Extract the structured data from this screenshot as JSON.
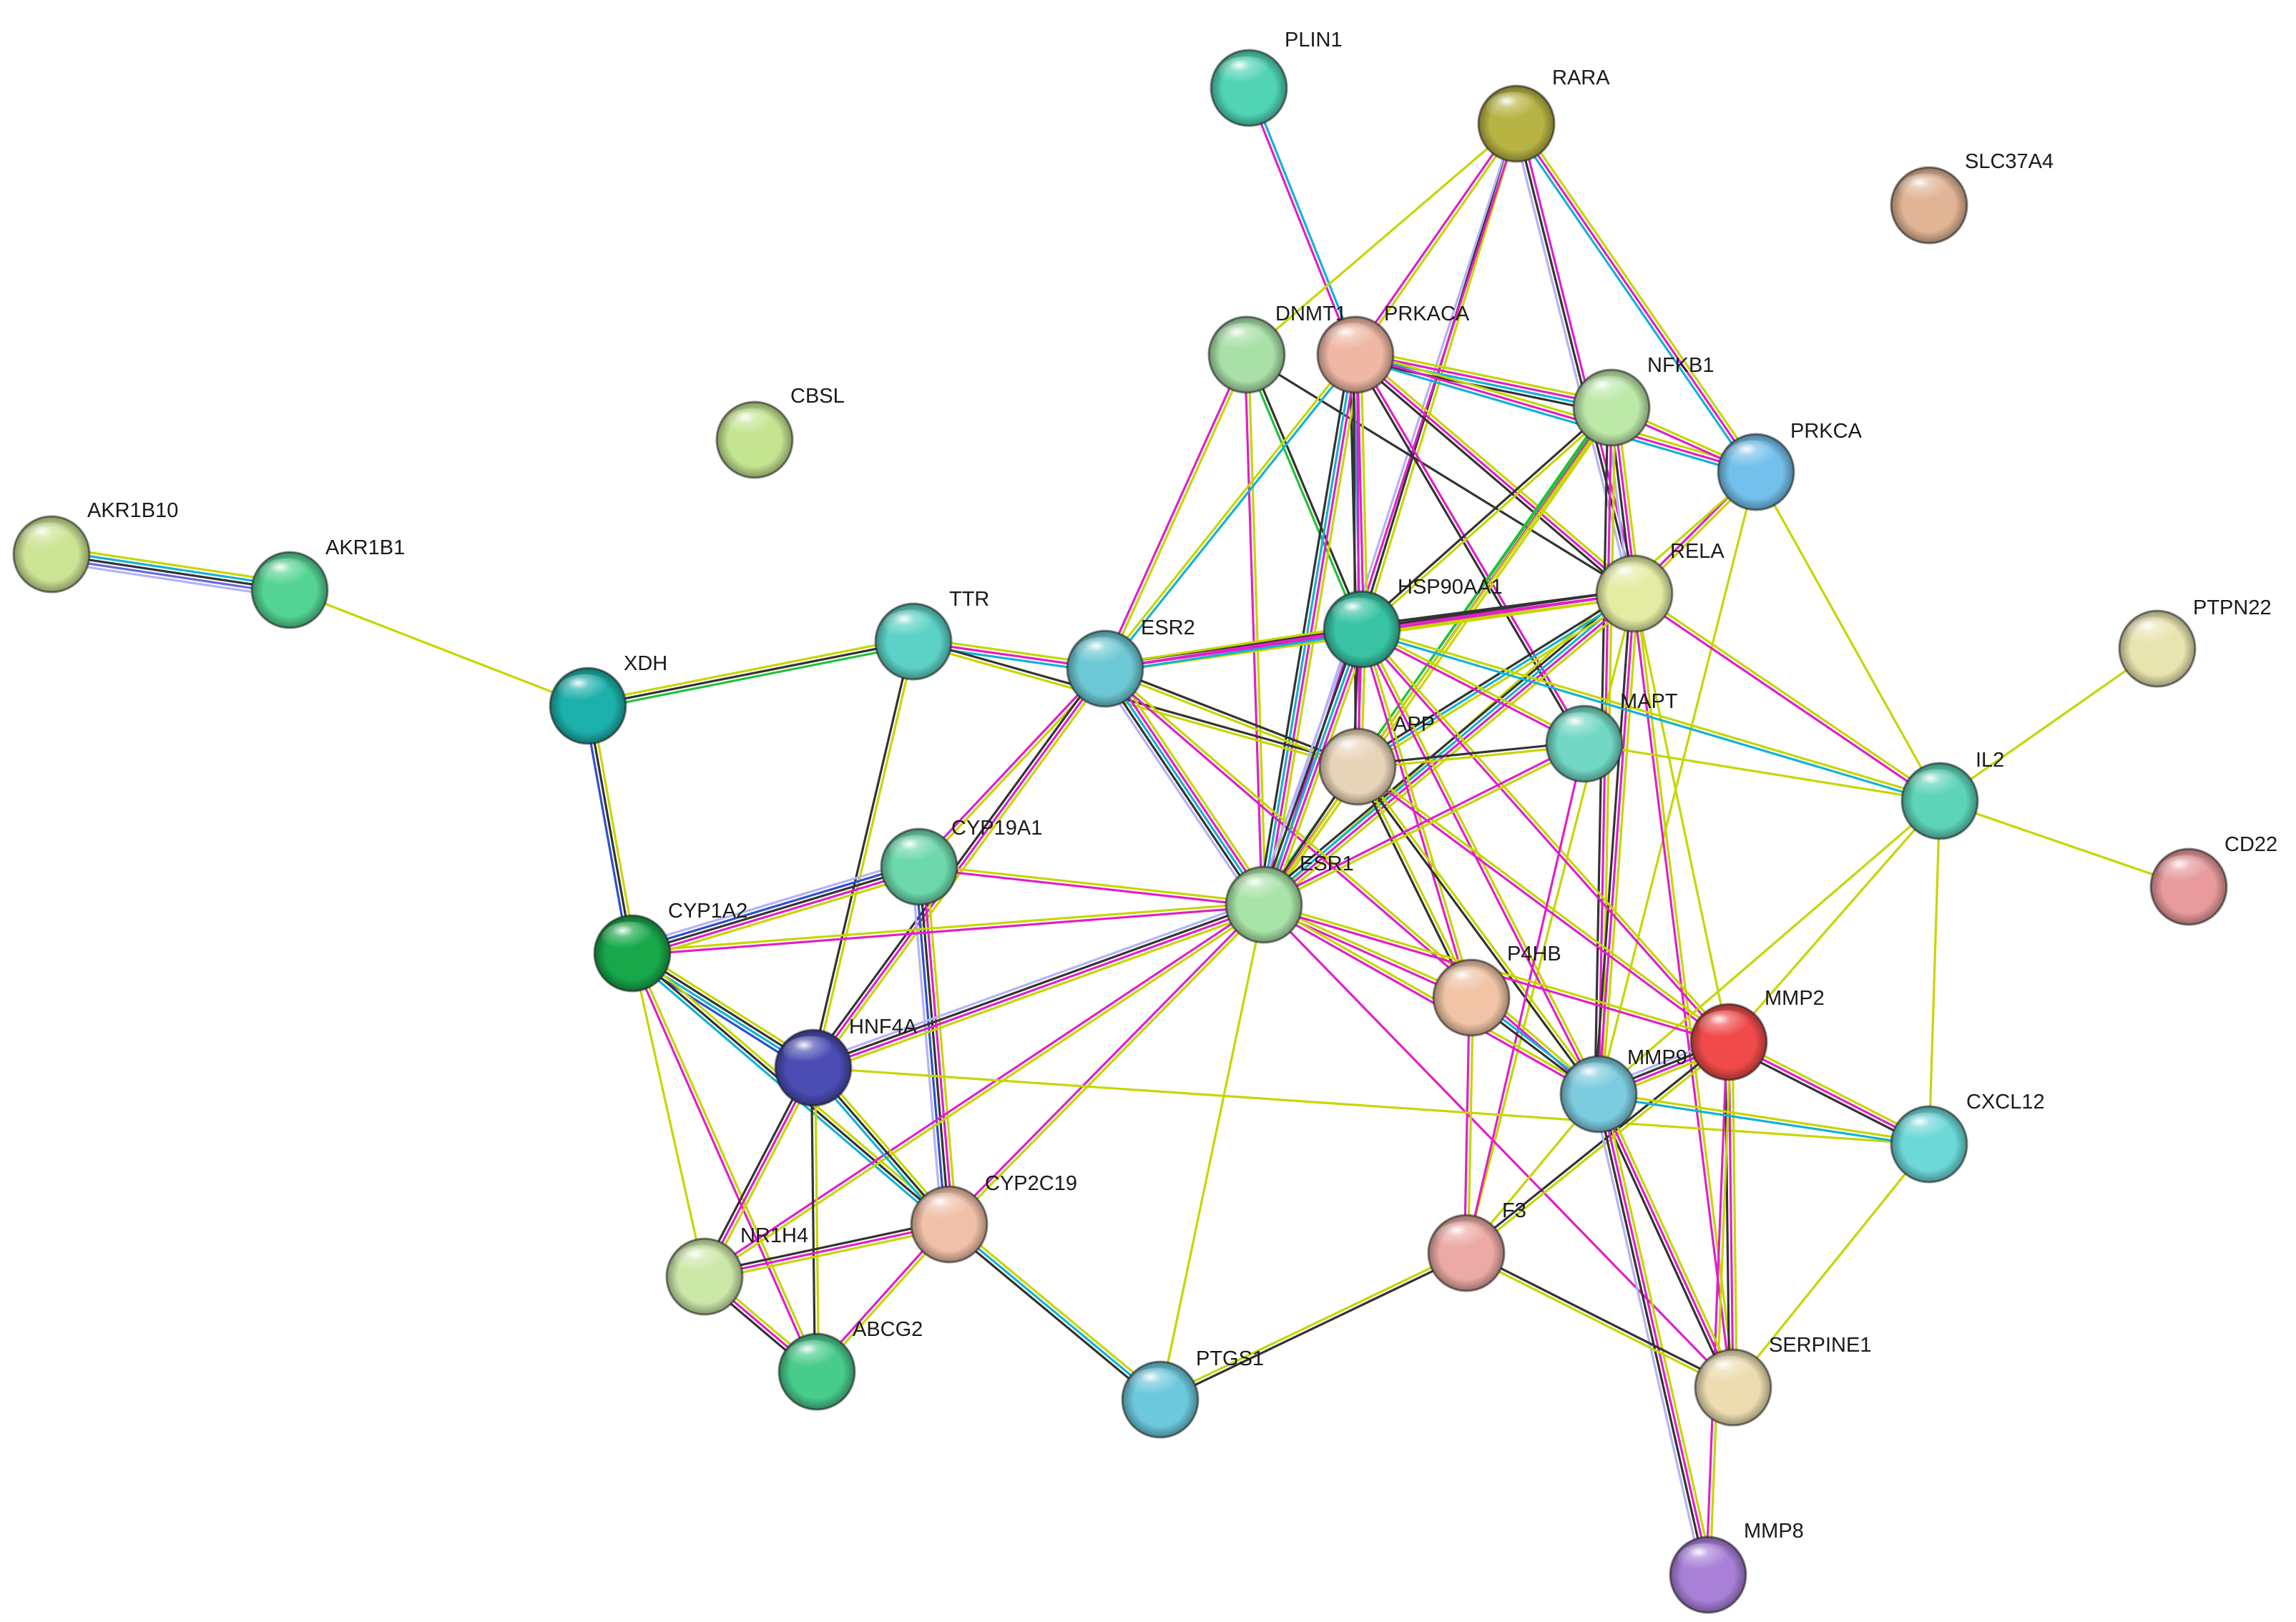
{
  "edge_colors": {
    "yellow": "#c6d600",
    "magenta": "#e020c8",
    "cyan": "#14b2d4",
    "black": "#333333",
    "purple": "#6a6ae0",
    "lavender": "#b3b3f5",
    "green": "#22c238",
    "blue": "#2f4fd0"
  },
  "nodes": [
    {
      "id": "PLIN1",
      "label": "PLIN1",
      "color": "#50d4b4"
    },
    {
      "id": "RARA",
      "label": "RARA",
      "color": "#b8b444"
    },
    {
      "id": "SLC37A4",
      "label": "SLC37A4",
      "color": "#e0b494"
    },
    {
      "id": "DNMT1",
      "label": "DNMT1",
      "color": "#a8e0a8"
    },
    {
      "id": "PRKACA",
      "label": "PRKACA",
      "color": "#f0b8a4"
    },
    {
      "id": "NFKB1",
      "label": "NFKB1",
      "color": "#bce8a8"
    },
    {
      "id": "PRKCA",
      "label": "PRKCA",
      "color": "#74c0ec"
    },
    {
      "id": "CBSL",
      "label": "CBSL",
      "color": "#c4e490"
    },
    {
      "id": "AKR1B10",
      "label": "AKR1B10",
      "color": "#cce494"
    },
    {
      "id": "AKR1B1",
      "label": "AKR1B1",
      "color": "#54d494"
    },
    {
      "id": "RELA",
      "label": "RELA",
      "color": "#e4eca4"
    },
    {
      "id": "TTR",
      "label": "TTR",
      "color": "#5cd2c6"
    },
    {
      "id": "ESR2",
      "label": "ESR2",
      "color": "#6cc8d4"
    },
    {
      "id": "HSP90AA1",
      "label": "HSP90AA1",
      "color": "#38c4a4"
    },
    {
      "id": "PTPN22",
      "label": "PTPN22",
      "color": "#e8e4b0"
    },
    {
      "id": "XDH",
      "label": "XDH",
      "color": "#1cb0aa"
    },
    {
      "id": "MAPT",
      "label": "MAPT",
      "color": "#70d8c4"
    },
    {
      "id": "APP",
      "label": "APP",
      "color": "#e8d4b8"
    },
    {
      "id": "IL2",
      "label": "IL2",
      "color": "#5cd4b8"
    },
    {
      "id": "CYP19A1",
      "label": "CYP19A1",
      "color": "#6cd8ac"
    },
    {
      "id": "CD22",
      "label": "CD22",
      "color": "#e89a9c"
    },
    {
      "id": "ESR1",
      "label": "ESR1",
      "color": "#a8e4a8"
    },
    {
      "id": "CYP1A2",
      "label": "CYP1A2",
      "color": "#18a84a"
    },
    {
      "id": "P4HB",
      "label": "P4HB",
      "color": "#f0c4a4"
    },
    {
      "id": "HNF4A",
      "label": "HNF4A",
      "color": "#4a4cb4"
    },
    {
      "id": "MMP2",
      "label": "MMP2",
      "color": "#f04a4a"
    },
    {
      "id": "MMP9",
      "label": "MMP9",
      "color": "#7ccce0"
    },
    {
      "id": "CXCL12",
      "label": "CXCL12",
      "color": "#6cd8d8"
    },
    {
      "id": "CYP2C19",
      "label": "CYP2C19",
      "color": "#f0c0a8"
    },
    {
      "id": "NR1H4",
      "label": "NR1H4",
      "color": "#cce8a8"
    },
    {
      "id": "F3",
      "label": "F3",
      "color": "#ecaaa4"
    },
    {
      "id": "ABCG2",
      "label": "ABCG2",
      "color": "#48cc8c"
    },
    {
      "id": "SERPINE1",
      "label": "SERPINE1",
      "color": "#ecdcb0"
    },
    {
      "id": "PTGS1",
      "label": "PTGS1",
      "color": "#6cc8dc"
    },
    {
      "id": "MMP8",
      "label": "MMP8",
      "color": "#a880d8"
    }
  ],
  "edges": [
    {
      "a": "AKR1B10",
      "b": "AKR1B1",
      "types": [
        "yellow",
        "cyan",
        "black",
        "purple",
        "lavender"
      ]
    },
    {
      "a": "AKR1B1",
      "b": "XDH",
      "types": [
        "yellow"
      ]
    },
    {
      "a": "XDH",
      "b": "TTR",
      "types": [
        "yellow",
        "black",
        "green"
      ]
    },
    {
      "a": "XDH",
      "b": "CYP1A2",
      "types": [
        "yellow",
        "black",
        "blue"
      ]
    },
    {
      "a": "PLIN1",
      "b": "PRKACA",
      "types": [
        "cyan",
        "magenta"
      ]
    },
    {
      "a": "RARA",
      "b": "DNMT1",
      "types": [
        "yellow"
      ]
    },
    {
      "a": "RARA",
      "b": "PRKACA",
      "types": [
        "yellow",
        "magenta"
      ]
    },
    {
      "a": "RARA",
      "b": "HSP90AA1",
      "types": [
        "yellow",
        "black"
      ]
    },
    {
      "a": "RARA",
      "b": "ESR1",
      "types": [
        "magenta",
        "lavender"
      ]
    },
    {
      "a": "RARA",
      "b": "PRKCA",
      "types": [
        "yellow",
        "magenta",
        "cyan"
      ]
    },
    {
      "a": "RARA",
      "b": "RELA",
      "types": [
        "magenta",
        "black",
        "lavender"
      ]
    },
    {
      "a": "DNMT1",
      "b": "HSP90AA1",
      "types": [
        "black",
        "green"
      ]
    },
    {
      "a": "DNMT1",
      "b": "ESR1",
      "types": [
        "yellow",
        "magenta"
      ]
    },
    {
      "a": "DNMT1",
      "b": "RELA",
      "types": [
        "black"
      ]
    },
    {
      "a": "DNMT1",
      "b": "ESR2",
      "types": [
        "yellow",
        "magenta"
      ]
    },
    {
      "a": "PRKACA",
      "b": "NFKB1",
      "types": [
        "yellow",
        "magenta",
        "cyan",
        "black"
      ]
    },
    {
      "a": "PRKACA",
      "b": "PRKCA",
      "types": [
        "yellow",
        "magenta",
        "cyan"
      ]
    },
    {
      "a": "PRKACA",
      "b": "RELA",
      "types": [
        "yellow",
        "magenta",
        "black"
      ]
    },
    {
      "a": "PRKACA",
      "b": "HSP90AA1",
      "types": [
        "yellow",
        "magenta",
        "cyan",
        "black"
      ]
    },
    {
      "a": "PRKACA",
      "b": "ESR1",
      "types": [
        "yellow",
        "magenta",
        "cyan",
        "black"
      ]
    },
    {
      "a": "PRKACA",
      "b": "ESR2",
      "types": [
        "cyan",
        "yellow"
      ]
    },
    {
      "a": "PRKACA",
      "b": "APP",
      "types": [
        "magenta",
        "black"
      ]
    },
    {
      "a": "PRKACA",
      "b": "MAPT",
      "types": [
        "magenta",
        "black"
      ]
    },
    {
      "a": "NFKB1",
      "b": "RELA",
      "types": [
        "yellow",
        "magenta",
        "black",
        "lavender"
      ]
    },
    {
      "a": "NFKB1",
      "b": "HSP90AA1",
      "types": [
        "yellow",
        "black"
      ]
    },
    {
      "a": "NFKB1",
      "b": "ESR1",
      "types": [
        "yellow",
        "magenta",
        "green"
      ]
    },
    {
      "a": "NFKB1",
      "b": "MMP9",
      "types": [
        "yellow",
        "magenta",
        "black"
      ]
    },
    {
      "a": "NFKB1",
      "b": "APP",
      "types": [
        "yellow",
        "green"
      ]
    },
    {
      "a": "NFKB1",
      "b": "PRKCA",
      "types": [
        "yellow",
        "magenta"
      ]
    },
    {
      "a": "PRKCA",
      "b": "RELA",
      "types": [
        "yellow",
        "magenta"
      ]
    },
    {
      "a": "PRKCA",
      "b": "ESR1",
      "types": [
        "yellow"
      ]
    },
    {
      "a": "PRKCA",
      "b": "IL2",
      "types": [
        "yellow"
      ]
    },
    {
      "a": "PRKCA",
      "b": "MMP9",
      "types": [
        "yellow"
      ]
    },
    {
      "a": "RELA",
      "b": "HSP90AA1",
      "types": [
        "yellow",
        "magenta",
        "black"
      ]
    },
    {
      "a": "RELA",
      "b": "ESR1",
      "types": [
        "yellow",
        "magenta",
        "cyan",
        "black"
      ]
    },
    {
      "a": "RELA",
      "b": "ESR2",
      "types": [
        "yellow",
        "magenta",
        "black"
      ]
    },
    {
      "a": "RELA",
      "b": "APP",
      "types": [
        "yellow",
        "cyan",
        "black"
      ]
    },
    {
      "a": "RELA",
      "b": "MMP9",
      "types": [
        "yellow",
        "magenta",
        "black"
      ]
    },
    {
      "a": "RELA",
      "b": "MMP2",
      "types": [
        "yellow"
      ]
    },
    {
      "a": "RELA",
      "b": "IL2",
      "types": [
        "yellow",
        "magenta"
      ]
    },
    {
      "a": "RELA",
      "b": "F3",
      "types": [
        "yellow"
      ]
    },
    {
      "a": "RELA",
      "b": "SERPINE1",
      "types": [
        "yellow",
        "magenta"
      ]
    },
    {
      "a": "TTR",
      "b": "ESR2",
      "types": [
        "yellow",
        "magenta",
        "cyan"
      ]
    },
    {
      "a": "TTR",
      "b": "APP",
      "types": [
        "black",
        "yellow"
      ]
    },
    {
      "a": "TTR",
      "b": "HNF4A",
      "types": [
        "yellow",
        "black"
      ]
    },
    {
      "a": "ESR2",
      "b": "HSP90AA1",
      "types": [
        "yellow",
        "magenta",
        "cyan"
      ]
    },
    {
      "a": "ESR2",
      "b": "ESR1",
      "types": [
        "yellow",
        "magenta",
        "cyan",
        "black",
        "lavender"
      ]
    },
    {
      "a": "ESR2",
      "b": "APP",
      "types": [
        "black",
        "yellow"
      ]
    },
    {
      "a": "ESR2",
      "b": "CYP19A1",
      "types": [
        "yellow",
        "magenta"
      ]
    },
    {
      "a": "ESR2",
      "b": "HNF4A",
      "types": [
        "yellow",
        "magenta",
        "black"
      ]
    },
    {
      "a": "ESR2",
      "b": "MMP9",
      "types": [
        "yellow",
        "magenta"
      ]
    },
    {
      "a": "HSP90AA1",
      "b": "ESR1",
      "types": [
        "yellow",
        "magenta",
        "cyan",
        "black",
        "lavender"
      ]
    },
    {
      "a": "HSP90AA1",
      "b": "APP",
      "types": [
        "yellow",
        "magenta",
        "black"
      ]
    },
    {
      "a": "HSP90AA1",
      "b": "MAPT",
      "types": [
        "yellow",
        "magenta"
      ]
    },
    {
      "a": "HSP90AA1",
      "b": "MMP2",
      "types": [
        "yellow",
        "magenta"
      ]
    },
    {
      "a": "HSP90AA1",
      "b": "MMP9",
      "types": [
        "yellow",
        "magenta"
      ]
    },
    {
      "a": "HSP90AA1",
      "b": "IL2",
      "types": [
        "yellow",
        "cyan"
      ]
    },
    {
      "a": "HSP90AA1",
      "b": "P4HB",
      "types": [
        "yellow",
        "magenta"
      ]
    },
    {
      "a": "APP",
      "b": "MAPT",
      "types": [
        "black",
        "yellow"
      ]
    },
    {
      "a": "APP",
      "b": "ESR1",
      "types": [
        "yellow",
        "black"
      ]
    },
    {
      "a": "APP",
      "b": "P4HB",
      "types": [
        "yellow",
        "black"
      ]
    },
    {
      "a": "APP",
      "b": "MMP2",
      "types": [
        "yellow",
        "magenta"
      ]
    },
    {
      "a": "APP",
      "b": "MMP9",
      "types": [
        "yellow",
        "black"
      ]
    },
    {
      "a": "MAPT",
      "b": "ESR1",
      "types": [
        "yellow",
        "magenta"
      ]
    },
    {
      "a": "MAPT",
      "b": "F3",
      "types": [
        "magenta"
      ]
    },
    {
      "a": "MAPT",
      "b": "IL2",
      "types": [
        "yellow"
      ]
    },
    {
      "a": "IL2",
      "b": "PTPN22",
      "types": [
        "yellow"
      ]
    },
    {
      "a": "IL2",
      "b": "CD22",
      "types": [
        "yellow"
      ]
    },
    {
      "a": "IL2",
      "b": "MMP2",
      "types": [
        "yellow"
      ]
    },
    {
      "a": "IL2",
      "b": "MMP9",
      "types": [
        "yellow"
      ]
    },
    {
      "a": "IL2",
      "b": "CXCL12",
      "types": [
        "yellow"
      ]
    },
    {
      "a": "CYP19A1",
      "b": "ESR1",
      "types": [
        "yellow",
        "magenta"
      ]
    },
    {
      "a": "CYP19A1",
      "b": "CYP1A2",
      "types": [
        "yellow",
        "magenta",
        "black",
        "blue",
        "lavender"
      ]
    },
    {
      "a": "CYP19A1",
      "b": "CYP2C19",
      "types": [
        "yellow",
        "magenta",
        "black",
        "blue",
        "lavender"
      ]
    },
    {
      "a": "CYP1A2",
      "b": "ESR1",
      "types": [
        "yellow",
        "magenta"
      ]
    },
    {
      "a": "CYP1A2",
      "b": "HNF4A",
      "types": [
        "yellow",
        "black",
        "cyan",
        "blue"
      ]
    },
    {
      "a": "CYP1A2",
      "b": "CYP2C19",
      "types": [
        "yellow",
        "black",
        "cyan"
      ]
    },
    {
      "a": "CYP1A2",
      "b": "ABCG2",
      "types": [
        "yellow",
        "magenta"
      ]
    },
    {
      "a": "CYP1A2",
      "b": "NR1H4",
      "types": [
        "yellow"
      ]
    },
    {
      "a": "ESR1",
      "b": "HNF4A",
      "types": [
        "yellow",
        "magenta",
        "black",
        "lavender"
      ]
    },
    {
      "a": "ESR1",
      "b": "NR1H4",
      "types": [
        "yellow",
        "magenta"
      ]
    },
    {
      "a": "ESR1",
      "b": "CYP2C19",
      "types": [
        "yellow",
        "magenta"
      ]
    },
    {
      "a": "ESR1",
      "b": "PTGS1",
      "types": [
        "yellow"
      ]
    },
    {
      "a": "ESR1",
      "b": "P4HB",
      "types": [
        "yellow",
        "magenta"
      ]
    },
    {
      "a": "ESR1",
      "b": "MMP2",
      "types": [
        "yellow",
        "magenta"
      ]
    },
    {
      "a": "ESR1",
      "b": "MMP9",
      "types": [
        "yellow",
        "magenta"
      ]
    },
    {
      "a": "ESR1",
      "b": "SERPINE1",
      "types": [
        "magenta"
      ]
    },
    {
      "a": "P4HB",
      "b": "F3",
      "types": [
        "yellow",
        "magenta"
      ]
    },
    {
      "a": "P4HB",
      "b": "MMP9",
      "types": [
        "cyan",
        "black"
      ]
    },
    {
      "a": "HNF4A",
      "b": "CYP2C19",
      "types": [
        "yellow",
        "black",
        "cyan"
      ]
    },
    {
      "a": "HNF4A",
      "b": "NR1H4",
      "types": [
        "yellow",
        "magenta",
        "black"
      ]
    },
    {
      "a": "HNF4A",
      "b": "ABCG2",
      "types": [
        "yellow",
        "black"
      ]
    },
    {
      "a": "HNF4A",
      "b": "CXCL12",
      "types": [
        "yellow"
      ]
    },
    {
      "a": "MMP2",
      "b": "MMP9",
      "types": [
        "yellow",
        "magenta",
        "black",
        "lavender"
      ]
    },
    {
      "a": "MMP2",
      "b": "CXCL12",
      "types": [
        "yellow",
        "magenta",
        "black"
      ]
    },
    {
      "a": "MMP2",
      "b": "SERPINE1",
      "types": [
        "yellow",
        "magenta",
        "black"
      ]
    },
    {
      "a": "MMP2",
      "b": "MMP8",
      "types": [
        "yellow",
        "magenta"
      ]
    },
    {
      "a": "MMP2",
      "b": "F3",
      "types": [
        "yellow",
        "black"
      ]
    },
    {
      "a": "MMP9",
      "b": "CXCL12",
      "types": [
        "yellow",
        "cyan"
      ]
    },
    {
      "a": "MMP9",
      "b": "SERPINE1",
      "types": [
        "yellow",
        "magenta",
        "black"
      ]
    },
    {
      "a": "MMP9",
      "b": "MMP8",
      "types": [
        "yellow",
        "magenta",
        "black",
        "lavender"
      ]
    },
    {
      "a": "MMP9",
      "b": "F3",
      "types": [
        "yellow"
      ]
    },
    {
      "a": "CXCL12",
      "b": "SERPINE1",
      "types": [
        "yellow"
      ]
    },
    {
      "a": "F3",
      "b": "SERPINE1",
      "types": [
        "black",
        "yellow"
      ]
    },
    {
      "a": "F3",
      "b": "PTGS1",
      "types": [
        "black",
        "yellow"
      ]
    },
    {
      "a": "CYP2C19",
      "b": "NR1H4",
      "types": [
        "yellow",
        "magenta",
        "black"
      ]
    },
    {
      "a": "CYP2C19",
      "b": "ABCG2",
      "types": [
        "yellow",
        "magenta"
      ]
    },
    {
      "a": "CYP2C19",
      "b": "PTGS1",
      "types": [
        "yellow",
        "cyan",
        "black"
      ]
    },
    {
      "a": "NR1H4",
      "b": "ABCG2",
      "types": [
        "yellow",
        "magenta",
        "black"
      ]
    }
  ]
}
